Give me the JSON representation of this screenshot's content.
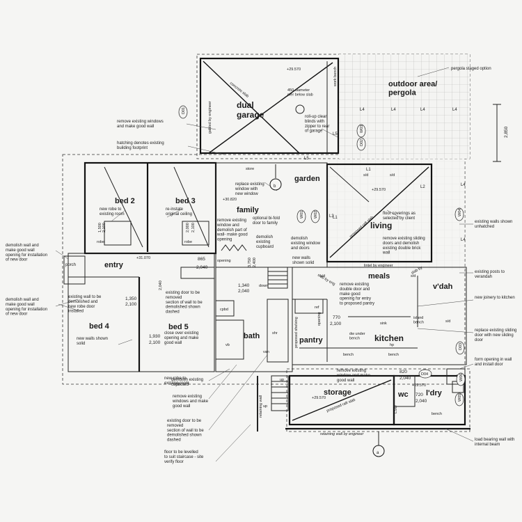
{
  "rooms": {
    "dual_garage": "dual\ngarage",
    "outdoor": "outdoor area/\npergola",
    "garden": "garden",
    "store": "store",
    "bed2": "bed 2",
    "bed3": "bed 3",
    "family": "family",
    "living": "living",
    "entry": "entry",
    "porch": "porch",
    "bed4": "bed 4",
    "bed5": "bed 5",
    "bath": "bath",
    "pantry": "pantry",
    "kitchen": "kitchen",
    "meals": "meals",
    "vdah": "v'dah",
    "storage": "storage",
    "ldry": "l'dry",
    "wc": "wc",
    "robe1": "robe",
    "robe2": "robe",
    "cpbd": "cpbd",
    "shr": "shr",
    "ref": "ref",
    "sink": "sink",
    "wm": "wm",
    "hp": "hp",
    "bench1": "bench",
    "bench2": "bench",
    "bench3": "bench",
    "island_bench": "island\nbench",
    "dw_bench": "dw under\nbench",
    "lsw": "LSW",
    "vb": "vb",
    "van": "van",
    "opening1": "opening",
    "opening2": "opening"
  },
  "levels": {
    "l1": "+29.570",
    "l2": "+29.570",
    "l3": "+30.820",
    "l4": "+31.070",
    "l5": "+29.570",
    "l6": "+29.570"
  },
  "dimensions": {
    "d_2850": "2,850",
    "d_865": "865",
    "d_2040a": "2,040",
    "d_1500": "1,500",
    "d_2100a": "2,100",
    "d_2000": "2,000",
    "d_2100b": "2,100",
    "d_3750": "3,750",
    "d_2400": "2,400",
    "d_1340": "1,340",
    "d_2040b": "2,040",
    "d_1930": "1,930",
    "d_2100c": "2,100",
    "d_770": "770",
    "d_2100d": "2,100",
    "d_820": "820",
    "d_2040c": "2,040",
    "d_720": "720",
    "d_2040d": "2,040",
    "d_2040e": "2,040",
    "d_1350": "1,350",
    "d_2100e": "2,100",
    "d_down": "down",
    "d_up": "up",
    "d_up2": "up",
    "d_sd1": "s/d",
    "d_sd2": "s/d",
    "d_sd3": "s/d",
    "d_sd4": "s/d",
    "d_sd5": "s/d"
  },
  "grid": {
    "l1": "L1",
    "l2": "L2",
    "l3": "L3",
    "l4a": "L4",
    "l4b": "L4",
    "l4c": "L4",
    "l4d": "L4",
    "l4e": "L4",
    "l4f": "L4",
    "l5a": "L5",
    "l5b": "L5",
    "l1b": "L1"
  },
  "windows": {
    "d01": "D01",
    "w03": "W03",
    "d02": "D02",
    "w01": "W01",
    "w02": "W02",
    "w04": "W04",
    "w05": "W05",
    "d03": "D03",
    "d04": "D04",
    "w06": "W06"
  },
  "markers": {
    "b": "b",
    "a": "a"
  },
  "structural": {
    "concrete_slab": "concrete slab",
    "gable": "gabled by engineer",
    "work_bench": "work bench",
    "pier": "450 diameter\npier below slab",
    "raft": "proposed raft slab",
    "raft2": "proposed raft slab",
    "lintel": "lintel by engineer",
    "retaining_wall_eng": "retaining wall by engineer",
    "retaining_wall": "retaining wall",
    "prop_shelving": "proposed shelving",
    "slab_by_eng": "slab by eng",
    "slab_by": "slab by"
  },
  "annotations": {
    "pergola_option": "pergola staged option",
    "remove_windows_1": "remove existing windows\nand make good wall",
    "hatching": "hatching denotes existing\nbuilding footprint",
    "rollup": "roll-up clear\nblinds with\nzipper to rear\nof garage",
    "replace_window": "replace existing\nwindow with\nnew window",
    "new_robe_bed2": "new robe to\nexisting room",
    "reinstate": "re-instate\noriginal ceiling",
    "remove_demolish_family": "remove existing\nwindow and\ndemolish part of\nwall- make good\nopening",
    "bifold": "optional bi-fold\ndoor to family",
    "demolish_cpbd_family": "demolish\nexisting\ncupboard",
    "demolish_window_doors": "demolish\nexisting window\nand doors",
    "new_walls_solid_1": "new walls\nshown solid",
    "floor_coverings": "floor coverings as\nselected by client",
    "remove_sliding": "remove existing sliding\ndoors and demolish\nexisting double brick\nwall",
    "walls_unhatched": "existing walls shown\nunhatched",
    "posts_verandah": "existing posts to\nverandah",
    "demolish_porch": "demolish wall and\nmake good wall\nopening for installation\nof new door",
    "demolish_bed4": "demolish wall and\nmake good wall\nopening for installation\nof new door",
    "existing_wall_bed4": "existing wall to be\ndemolished and\nnew robe door\ninstalled",
    "new_walls_solid_2": "new walls shown\nsolid",
    "existing_door_bed5": "existing door to be\nremoved\nsection of wall to be\ndemolished shown\ndashed",
    "close_over": "close over existing\nopening and make\ngood wall",
    "remove_double_door": "remove existing\ndouble door and\nmake good\nopening for entry\nto proposed pantry",
    "new_joinery": "new joinery to kitchen",
    "replace_sliding": "replace existing sliding\ndoor with new sliding\ndoor",
    "form_opening": "form opening in wall\nand install door",
    "remove_window_kitchen": "remove existing\nwindow and make\ngood wall",
    "new_robe_bed5": "new robe to\nexisting room",
    "demolish_cpbd": "demolish existing\ncupboard",
    "remove_windows_2": "remove existing\nwindows and make\ngood wall",
    "existing_door_2": "existing door to be\nremoved\nsection of wall to be\ndemolished shown\ndashed",
    "floor_levelled": "floor to be levelled\nto suit staircase - site\nverify floor",
    "load_bearing": "load bearing wall with\ninternal beam"
  }
}
